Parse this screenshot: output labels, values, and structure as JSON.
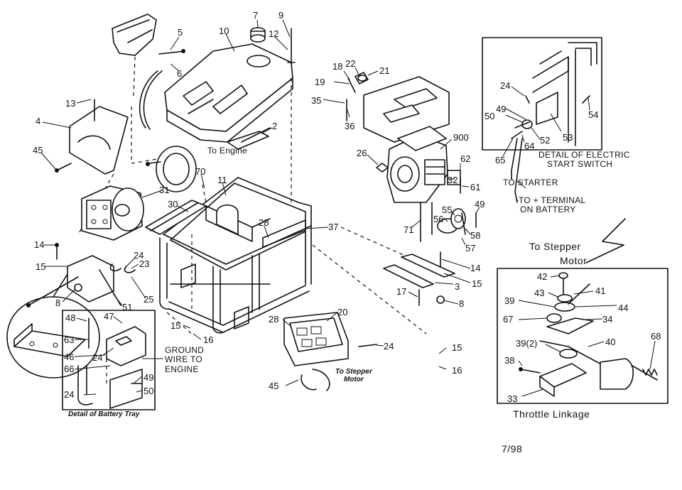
{
  "callouts": [
    {
      "id": "c7",
      "text": "7"
    },
    {
      "id": "c9",
      "text": "9"
    },
    {
      "id": "c5",
      "text": "5"
    },
    {
      "id": "c10",
      "text": "10"
    },
    {
      "id": "c12",
      "text": "12"
    },
    {
      "id": "c6",
      "text": "6"
    },
    {
      "id": "c13",
      "text": "13"
    },
    {
      "id": "c4",
      "text": "4"
    },
    {
      "id": "c45a",
      "text": "45"
    },
    {
      "id": "c2",
      "text": "2"
    },
    {
      "id": "c31",
      "text": "31"
    },
    {
      "id": "c70",
      "text": "70"
    },
    {
      "id": "c11",
      "text": "11"
    },
    {
      "id": "c30",
      "text": "30"
    },
    {
      "id": "c28a",
      "text": "28"
    },
    {
      "id": "c37a",
      "text": "37"
    },
    {
      "id": "c14a",
      "text": "14"
    },
    {
      "id": "c15a",
      "text": "15"
    },
    {
      "id": "c24a",
      "text": "24"
    },
    {
      "id": "c23",
      "text": "23"
    },
    {
      "id": "c25",
      "text": "25"
    },
    {
      "id": "c8a",
      "text": "8"
    },
    {
      "id": "c51",
      "text": "51"
    },
    {
      "id": "c15b",
      "text": "15"
    },
    {
      "id": "c16a",
      "text": "16"
    },
    {
      "id": "c28b",
      "text": "28"
    },
    {
      "id": "c20",
      "text": "20"
    },
    {
      "id": "c24b",
      "text": "24"
    },
    {
      "id": "c45b",
      "text": "45"
    },
    {
      "id": "c15c",
      "text": "15"
    },
    {
      "id": "c16b",
      "text": "16"
    },
    {
      "id": "c22",
      "text": "22"
    },
    {
      "id": "c18",
      "text": "18"
    },
    {
      "id": "c21",
      "text": "21"
    },
    {
      "id": "c19",
      "text": "19"
    },
    {
      "id": "c35",
      "text": "35"
    },
    {
      "id": "c36",
      "text": "36"
    },
    {
      "id": "c900",
      "text": "900"
    },
    {
      "id": "c26",
      "text": "26"
    },
    {
      "id": "c62",
      "text": "62"
    },
    {
      "id": "c32",
      "text": "32"
    },
    {
      "id": "c61",
      "text": "61"
    },
    {
      "id": "c55",
      "text": "55"
    },
    {
      "id": "c49a",
      "text": "49"
    },
    {
      "id": "c56",
      "text": "56"
    },
    {
      "id": "c71",
      "text": "71"
    },
    {
      "id": "c58",
      "text": "58"
    },
    {
      "id": "c57",
      "text": "57"
    },
    {
      "id": "c14b",
      "text": "14"
    },
    {
      "id": "c15d",
      "text": "15"
    },
    {
      "id": "c3",
      "text": "3"
    },
    {
      "id": "c17",
      "text": "17"
    },
    {
      "id": "c8b",
      "text": "8"
    },
    {
      "id": "c24c",
      "text": "24"
    },
    {
      "id": "c54",
      "text": "54"
    },
    {
      "id": "c49b",
      "text": "49"
    },
    {
      "id": "c50a",
      "text": "50"
    },
    {
      "id": "c52",
      "text": "52"
    },
    {
      "id": "c53",
      "text": "53"
    },
    {
      "id": "c65",
      "text": "65"
    },
    {
      "id": "c64",
      "text": "64"
    },
    {
      "id": "c42",
      "text": "42"
    },
    {
      "id": "c43",
      "text": "43"
    },
    {
      "id": "c41",
      "text": "41"
    },
    {
      "id": "c39",
      "text": "39"
    },
    {
      "id": "c44",
      "text": "44"
    },
    {
      "id": "c67",
      "text": "67"
    },
    {
      "id": "c34",
      "text": "34"
    },
    {
      "id": "c392",
      "text": "39(2)"
    },
    {
      "id": "c40",
      "text": "40"
    },
    {
      "id": "c68",
      "text": "68"
    },
    {
      "id": "c38",
      "text": "38"
    },
    {
      "id": "c33",
      "text": "33"
    },
    {
      "id": "c48",
      "text": "48"
    },
    {
      "id": "c47",
      "text": "47"
    },
    {
      "id": "c63",
      "text": "63"
    },
    {
      "id": "c24d",
      "text": "24"
    },
    {
      "id": "c46",
      "text": "46"
    },
    {
      "id": "c66",
      "text": "66"
    },
    {
      "id": "c49c",
      "text": "49"
    },
    {
      "id": "c24e",
      "text": "24"
    },
    {
      "id": "c50b",
      "text": "50"
    }
  ],
  "labels": {
    "to_engine": "To Engine",
    "detail_electric_1": "DETAIL OF ELECTRIC",
    "detail_electric_2": "START SWITCH",
    "to_starter": "TO STARTER",
    "to_terminal_1": "TO + TERMINAL",
    "to_terminal_2": "ON BATTERY",
    "to_stepper_motor_1": "To Stepper",
    "to_stepper_motor_2": "Motor",
    "ground_wire_1": "GROUND",
    "ground_wire_2": "WIRE TO",
    "ground_wire_3": "ENGINE",
    "to_stepper_small_1": "To Stepper",
    "to_stepper_small_2": "Motor",
    "battery_tray": "Detail of Battery Tray",
    "throttle_linkage": "Throttle Linkage",
    "date_code": "7/98"
  },
  "colors": {
    "ink": "#111111",
    "paper": "#ffffff"
  }
}
